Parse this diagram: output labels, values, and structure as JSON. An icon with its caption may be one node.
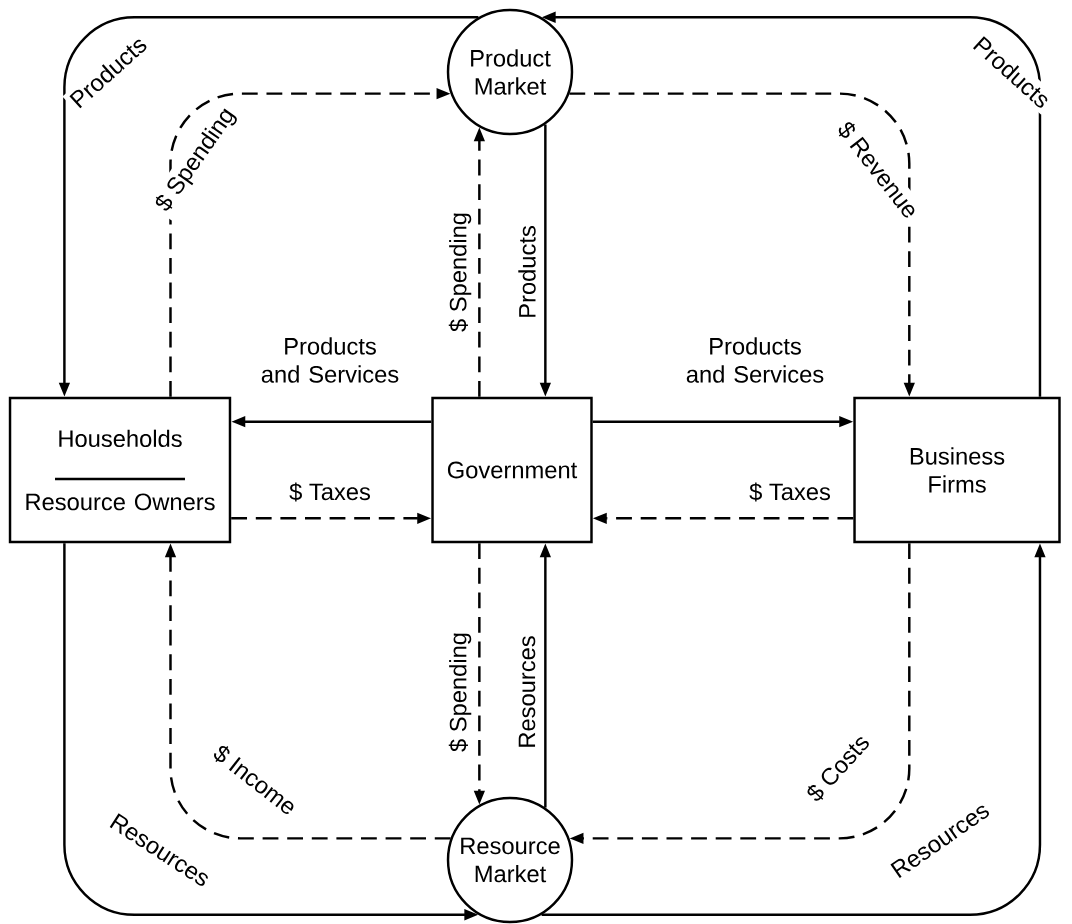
{
  "diagram": {
    "nodes": [
      {
        "text": [
          "Product Market"
        ]
      },
      {
        "text": [
          "Households",
          "Resource Owners"
        ]
      },
      {
        "text": [
          "Government"
        ]
      },
      {
        "text": [
          "Business Firms"
        ]
      },
      {
        "text": [
          "Resource Market"
        ]
      }
    ],
    "edges": [
      {
        "from": 0,
        "to": 1,
        "arrow": "to",
        "label": "Products"
      },
      {
        "from": 1,
        "to": 0,
        "arrow": "to",
        "label": "$ Spending",
        "style": "dashed"
      },
      {
        "from": 3,
        "to": 0,
        "arrow": "to",
        "label": "Products"
      },
      {
        "from": 0,
        "to": 3,
        "arrow": "to",
        "label": "$ Revenue",
        "style": "dashed"
      },
      {
        "from": 2,
        "to": 0,
        "arrow": "to",
        "label": "$ Spending",
        "style": "dashed"
      },
      {
        "from": 0,
        "to": 2,
        "arrow": "to",
        "label": "Products"
      },
      {
        "from": 2,
        "to": 1,
        "arrow": "to",
        "label": "Products and Services"
      },
      {
        "from": 2,
        "to": 3,
        "arrow": "to",
        "label": "Products and Services"
      },
      {
        "from": 1,
        "to": 2,
        "arrow": "to",
        "label": "$ Taxes",
        "style": "dashed"
      },
      {
        "from": 3,
        "to": 2,
        "arrow": "to",
        "label": "$ Taxes",
        "style": "dashed"
      },
      {
        "from": 2,
        "to": 4,
        "arrow": "to",
        "label": "$ Spending",
        "style": "dashed"
      },
      {
        "from": 4,
        "to": 2,
        "arrow": "to",
        "label": "Resources"
      },
      {
        "from": 4,
        "to": 1,
        "arrow": "to",
        "label": "$ Income",
        "style": "dashed"
      },
      {
        "from": 1,
        "to": 4,
        "arrow": "to",
        "label": "Resources"
      },
      {
        "from": 3,
        "to": 4,
        "arrow": "to",
        "label": "$ Costs",
        "style": "dashed"
      },
      {
        "from": 4,
        "to": 3,
        "arrow": "to",
        "label": "Resources"
      }
    ]
  }
}
